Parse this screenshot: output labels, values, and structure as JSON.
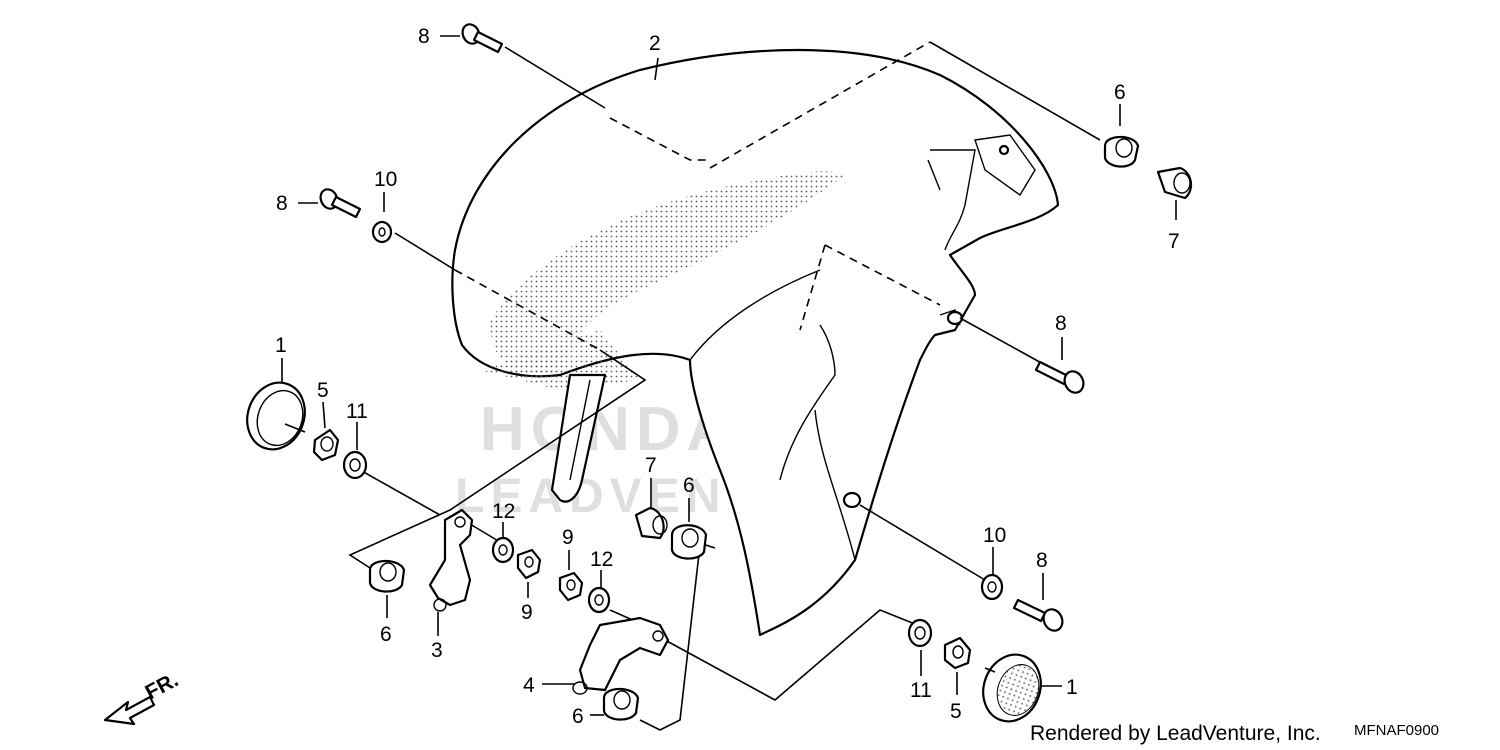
{
  "diagram": {
    "callouts": {
      "c1_left": "1",
      "c1_right": "1",
      "c2": "2",
      "c3": "3",
      "c4": "4",
      "c5_left": "5",
      "c5_right": "5",
      "c6_top": "6",
      "c6_left": "6",
      "c6_mid": "6",
      "c6_bottom": "6",
      "c7_top": "7",
      "c7_mid": "7",
      "c8_topleft": "8",
      "c8_left": "8",
      "c8_right": "8",
      "c8_lowright": "8",
      "c9_a": "9",
      "c9_b": "9",
      "c10_left": "10",
      "c10_right": "10",
      "c11_left": "11",
      "c11_right": "11",
      "c12_a": "12",
      "c12_b": "12"
    },
    "direction_label": "FR.",
    "footer_credit": "Rendered by LeadVenture, Inc.",
    "diagram_code": "MFNAF0900",
    "watermark_brand": "HONDA",
    "watermark_vendor": "LEADVENTURE"
  }
}
